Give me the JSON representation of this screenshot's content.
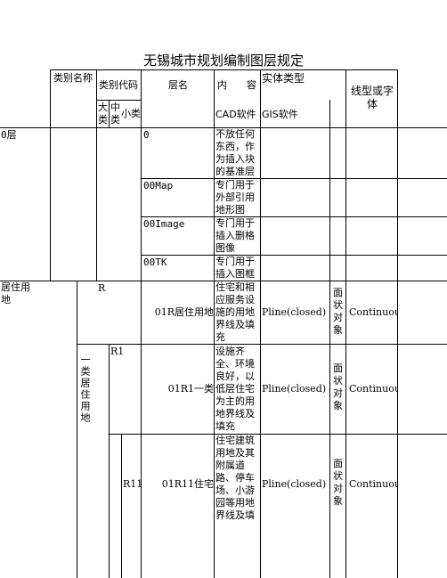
{
  "title": "无锡城市规划编制图层规定",
  "header": {
    "category_name": "类别名称",
    "category_code": "类别代码",
    "layer_name": "层名",
    "content": "内　　容",
    "entity_type": "实体类型",
    "linetype": "线型或字体",
    "major": "大类",
    "medium": "中类",
    "minor": "小类",
    "cad": "CAD软件",
    "gis": "GIS软件"
  },
  "rows": [
    {
      "category": "0层",
      "major": "",
      "medium": "",
      "minor": "",
      "layer": "0",
      "content": "不放任何东西，作为插入块的基准层",
      "cad": "",
      "gis": "",
      "linetype": ""
    },
    {
      "category": "",
      "major": "",
      "medium": "",
      "minor": "",
      "layer": "00Map",
      "content": "专门用于外部引用地形图",
      "cad": "",
      "gis": "",
      "linetype": ""
    },
    {
      "category": "",
      "major": "",
      "medium": "",
      "minor": "",
      "layer": "00Image",
      "content": "专门用于插入删格图像",
      "cad": "",
      "gis": "",
      "linetype": ""
    },
    {
      "category": "",
      "major": "",
      "medium": "",
      "minor": "",
      "layer": "00TK",
      "content": "专门用于插入图框",
      "cad": "",
      "gis": "",
      "linetype": ""
    },
    {
      "category": "居住用地",
      "major": "R",
      "medium": "",
      "minor": "",
      "layer": "01R居住用地",
      "content": "住宅和相应服务设施的用地界线及填充",
      "cad": "Pline(closed)",
      "gis": "面状对象",
      "linetype": "Continuous"
    },
    {
      "category": "",
      "major": "一类居住用地",
      "medium": "R1",
      "minor": "",
      "layer": "01R1一类",
      "content": "设施齐全、环境良好，以低层住宅为主的用地界线及填充",
      "cad": "Pline(closed)",
      "gis": "面状对象",
      "linetype": "Continuous"
    },
    {
      "category": "",
      "major": "",
      "medium": "",
      "minor": "R11",
      "layer": "01R11住宅",
      "content": "住宅建筑用地及其附属道路、停车场、小游园等用地界线及填",
      "cad": "Pline(closed)",
      "gis": "面状对象",
      "linetype": "Continuous"
    }
  ]
}
